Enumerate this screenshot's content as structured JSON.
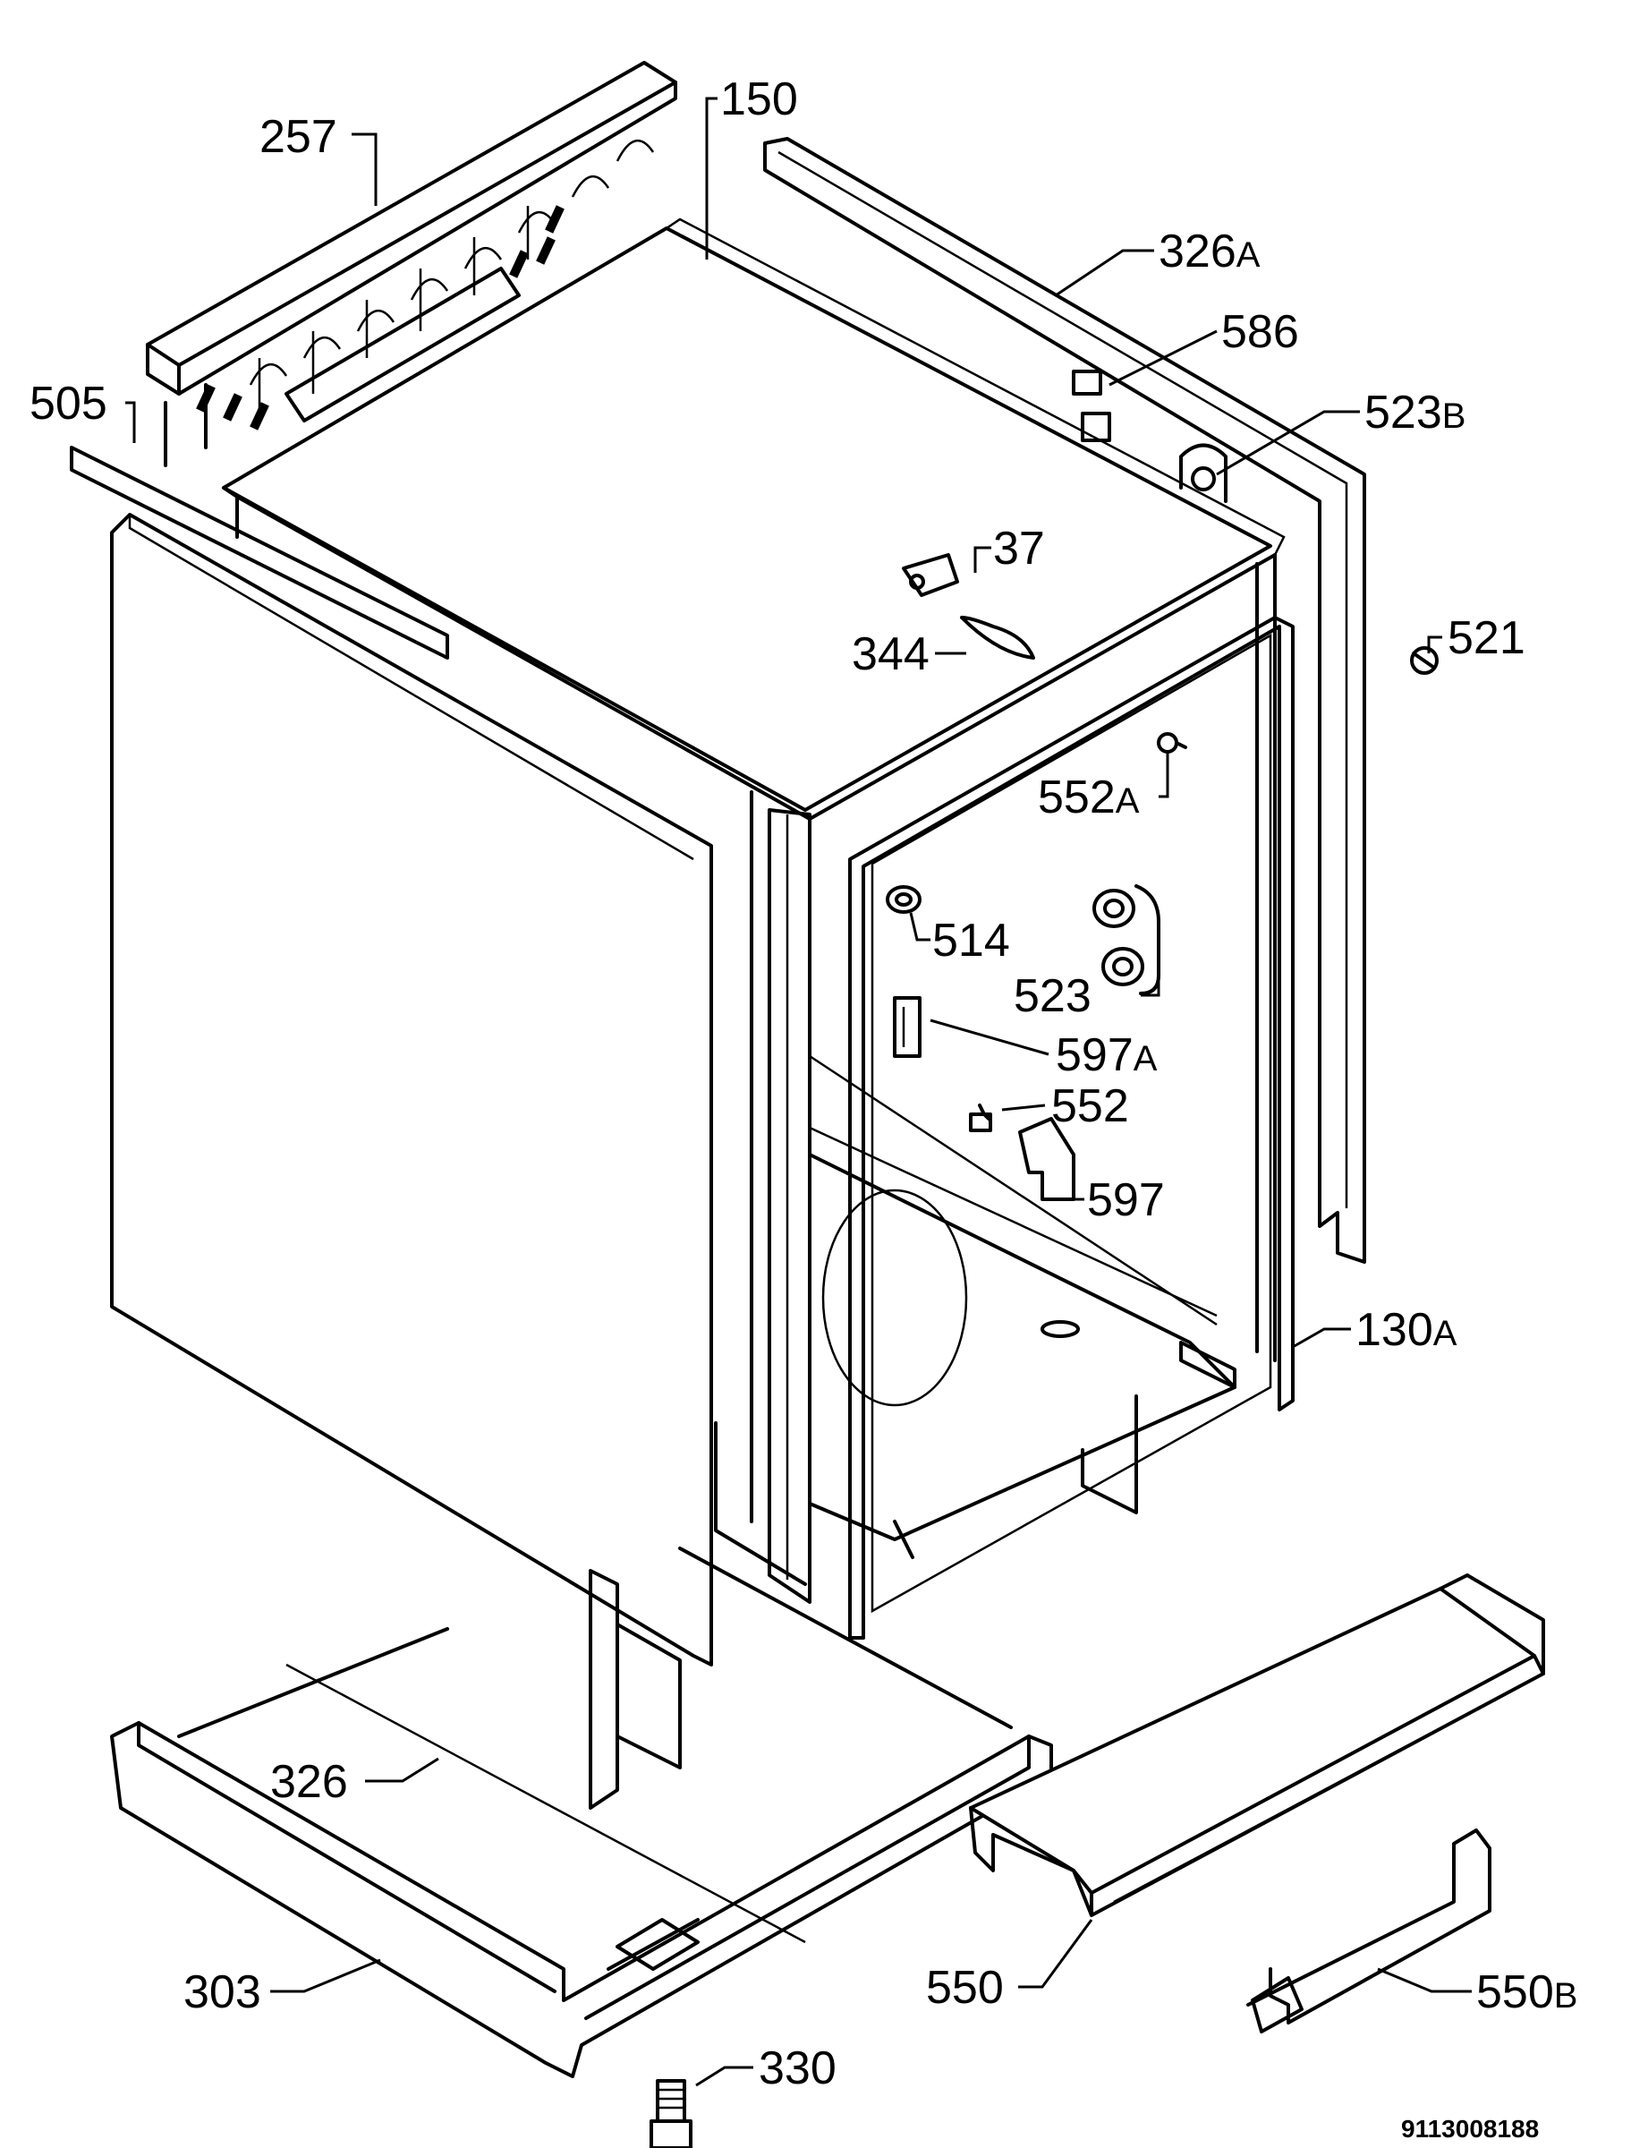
{
  "callouts": [
    {
      "id": "257",
      "label": "257"
    },
    {
      "id": "150",
      "label": "150"
    },
    {
      "id": "326A",
      "label": "326",
      "suffix": "A"
    },
    {
      "id": "586",
      "label": "586"
    },
    {
      "id": "523B",
      "label": "523",
      "suffix": "B"
    },
    {
      "id": "505",
      "label": "505"
    },
    {
      "id": "37",
      "label": "37"
    },
    {
      "id": "344",
      "label": "344"
    },
    {
      "id": "521",
      "label": "521"
    },
    {
      "id": "552A",
      "label": "552",
      "suffix": "A"
    },
    {
      "id": "514",
      "label": "514"
    },
    {
      "id": "523",
      "label": "523"
    },
    {
      "id": "597A",
      "label": "597",
      "suffix": "A"
    },
    {
      "id": "552",
      "label": "552"
    },
    {
      "id": "597",
      "label": "597"
    },
    {
      "id": "130A",
      "label": "130",
      "suffix": "A"
    },
    {
      "id": "326",
      "label": "326"
    },
    {
      "id": "303",
      "label": "303"
    },
    {
      "id": "550",
      "label": "550"
    },
    {
      "id": "550B",
      "label": "550",
      "suffix": "B"
    },
    {
      "id": "330",
      "label": "330"
    }
  ],
  "document_number": "9113008188"
}
